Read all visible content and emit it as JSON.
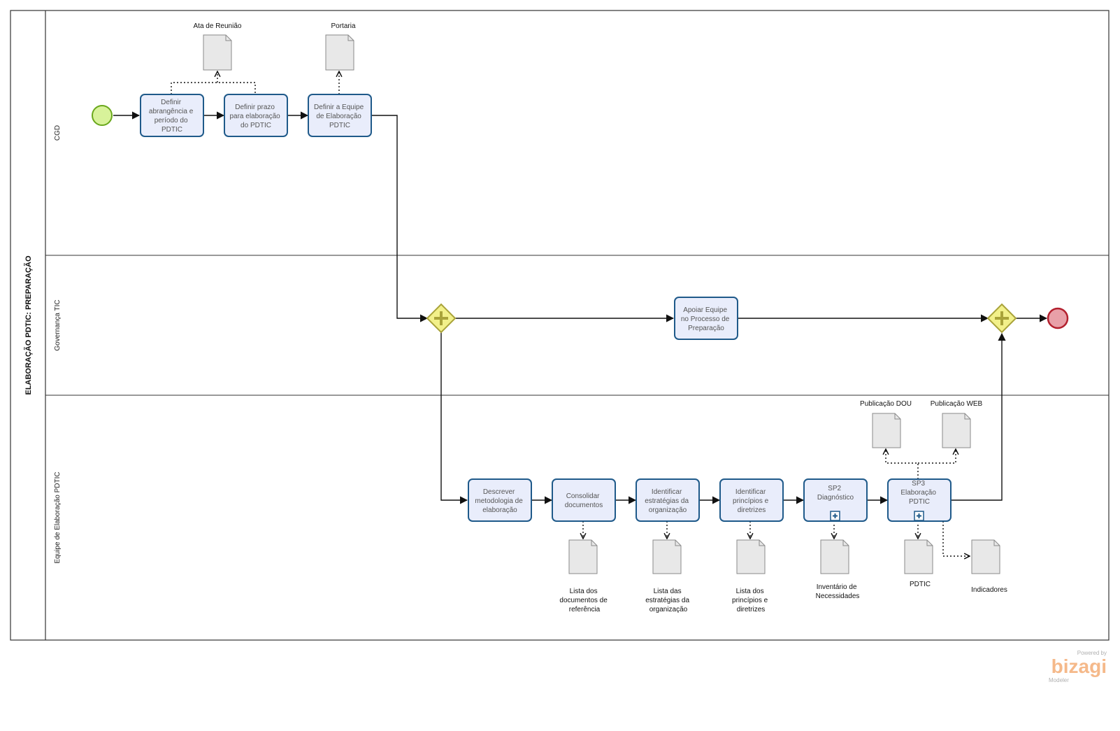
{
  "pool": {
    "title": "ELABORAÇÃO PDTIC: PREPARAÇÃO"
  },
  "lanes": {
    "cgd": "CGD",
    "gov": "Governança TIC",
    "equipe": "Equipe de Elaboração PDTIC"
  },
  "tasks": {
    "t1": [
      "Definir",
      "abrangência e",
      "período do",
      "PDTIC"
    ],
    "t2": [
      "Definir prazo",
      "para elaboração",
      "do PDTIC"
    ],
    "t3": [
      "Definir a Equipe",
      "de Elaboração",
      "PDTIC"
    ],
    "t4": [
      "Apoiar Equipe",
      "no Processo de",
      "Preparação"
    ],
    "t5": [
      "Descrever",
      "metodologia de",
      "elaboração"
    ],
    "t6": [
      "Consolidar",
      "documentos"
    ],
    "t7": [
      "Identificar",
      "estratégias da",
      "organização"
    ],
    "t8": [
      "Identificar",
      "princípios e",
      "diretrizes"
    ],
    "t9": [
      "SP2",
      "Diagnóstico"
    ],
    "t10": [
      "SP3",
      "Elaboração",
      "PDTIC"
    ]
  },
  "documents": {
    "ata": [
      "Ata de Reunião"
    ],
    "portaria": [
      "Portaria"
    ],
    "dou": [
      "Publicação DOU"
    ],
    "web": [
      "Publicação WEB"
    ],
    "listaDocs": [
      "Lista dos",
      "documentos de",
      "referência"
    ],
    "listaEstr": [
      "Lista das",
      "estratégias da",
      "organização"
    ],
    "listaPrinc": [
      "Lista dos",
      "princípios e",
      "diretrizes"
    ],
    "inventario": [
      "Inventário de",
      "Necessidades"
    ],
    "pdtic": [
      "PDTIC"
    ],
    "indicadores": [
      "Indicadores"
    ]
  },
  "watermark": {
    "powered": "Powered by",
    "brand": "bizagi",
    "product": "Modeler"
  },
  "colors": {
    "task_fill": "#e9edfb",
    "task_stroke": "#1f5a8a",
    "start_fill": "#d8f29a",
    "start_stroke": "#6aa81c",
    "end_fill": "#e8a0a8",
    "end_stroke": "#b3202e",
    "gateway_fill": "#f2f08a",
    "gateway_stroke": "#a9a33a"
  }
}
